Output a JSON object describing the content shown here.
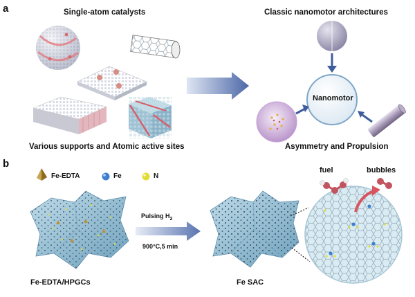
{
  "panel_a": {
    "label": "a",
    "title_left": "Single-atom catalysts",
    "caption_left": "Various supports and Atomic active sites",
    "title_right": "Classic nanomotor architectures",
    "center_label": "Nanomotor",
    "caption_right": "Asymmetry and Propulsion"
  },
  "panel_b": {
    "label": "b",
    "legend": [
      {
        "label": "Fe-EDTA",
        "icon": "pyramid-icon",
        "color": "#b8913a"
      },
      {
        "label": "Fe",
        "icon": "blue-sphere-icon",
        "color": "#3f7fd0"
      },
      {
        "label": "N",
        "icon": "yellow-sphere-icon",
        "color": "#e1dc3c"
      }
    ],
    "condition_1_main": "Pulsing H",
    "condition_1_sub": "2",
    "condition_2": "900°C,5 min",
    "left_caption": "Fe-EDTA/HPGCs",
    "middle_caption": "Fe SAC",
    "fuel_label": "fuel",
    "bubbles_label": "bubbles"
  },
  "colors": {
    "arrow_blue": "#4d68a8",
    "carbon_blue": "#9cc7dc",
    "lattice_bg": "#d9ecf4",
    "red_atom": "#c2545f",
    "motor_circle": "#7fa6c8"
  }
}
